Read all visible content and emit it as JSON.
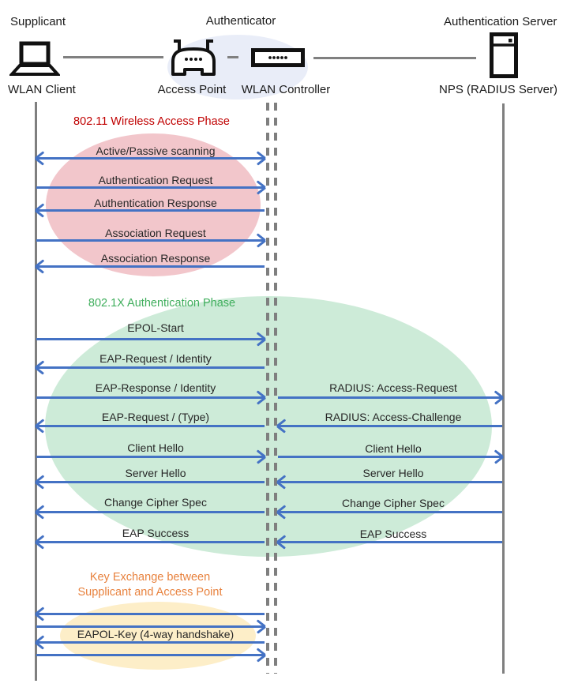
{
  "header": {
    "roles": {
      "supplicant": "Supplicant",
      "authenticator": "Authenticator",
      "authentication_server": "Authentication Server"
    },
    "devices": {
      "wlan_client": "WLAN Client",
      "access_point": "Access Point",
      "wlan_controller": "WLAN Controller",
      "nps": "NPS (RADIUS Server)"
    }
  },
  "phases": {
    "phase1": {
      "title": "802.11 Wireless Access Phase",
      "text_color": "#C00000",
      "fill_color": "#F2C6CB"
    },
    "phase2": {
      "title": "802.1X Authentication Phase",
      "text_color": "#3FAE5C",
      "fill_color": "#CDEBD8"
    },
    "phase3": {
      "title_line1": "Key Exchange between",
      "title_line2": "Supplicant and Access Point",
      "text_color": "#E8823E",
      "fill_color": "#FDEEC8"
    }
  },
  "messages": {
    "scanning": "Active/Passive scanning",
    "auth_request": "Authentication Request",
    "auth_response": "Authentication Response",
    "assoc_request": "Association Request",
    "assoc_response": "Association Response",
    "epol_start": "EPOL-Start",
    "eap_request_identity": "EAP-Request / Identity",
    "eap_response_identity": "EAP-Response / Identity",
    "radius_access_request": "RADIUS: Access-Request",
    "eap_request_type": "EAP-Request / (Type)",
    "radius_access_challenge": "RADIUS: Access-Challenge",
    "client_hello": "Client Hello",
    "server_hello": "Server Hello",
    "change_cipher_spec": "Change Cipher Spec",
    "eap_success": "EAP Success",
    "eapol_key": "EAPOL-Key (4-way handshake)"
  },
  "colors": {
    "arrow": "#4472C4",
    "lifeline": "#7F7F7F",
    "connector": "#808080",
    "authenticator_group_fill": "#E9EDF8",
    "message_text": "#262626",
    "icon": "#111111"
  }
}
